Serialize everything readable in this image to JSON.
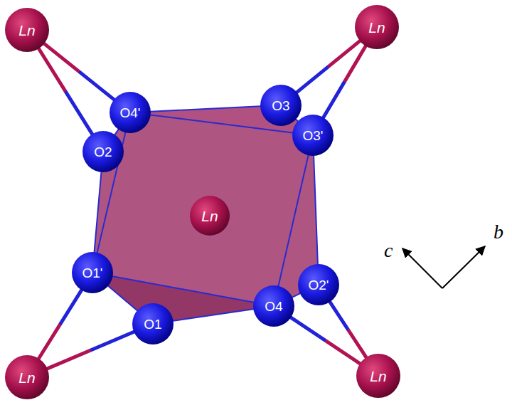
{
  "diagram": {
    "nodes": [
      {
        "text": [
          "Ln"
        ]
      },
      {
        "text": [
          "Ln"
        ]
      },
      {
        "text": [
          "O4'"
        ]
      },
      {
        "text": [
          "O3"
        ]
      },
      {
        "text": [
          "O2"
        ]
      },
      {
        "text": [
          "O3'"
        ]
      },
      {
        "text": [
          "Ln"
        ]
      },
      {
        "text": [
          "O1'"
        ]
      },
      {
        "text": [
          "O2'"
        ]
      },
      {
        "text": [
          "O4"
        ]
      },
      {
        "text": [
          "O1"
        ]
      },
      {
        "text": [
          "Ln"
        ]
      },
      {
        "text": [
          "Ln"
        ]
      }
    ],
    "edges": [
      {
        "from": 0,
        "to": 2,
        "arrow": "none"
      },
      {
        "from": 0,
        "to": 4,
        "arrow": "none"
      },
      {
        "from": 1,
        "to": 3,
        "arrow": "none"
      },
      {
        "from": 1,
        "to": 5,
        "arrow": "none"
      },
      {
        "from": 11,
        "to": 7,
        "arrow": "none"
      },
      {
        "from": 11,
        "to": 10,
        "arrow": "none"
      },
      {
        "from": 12,
        "to": 9,
        "arrow": "none"
      },
      {
        "from": 12,
        "to": 8,
        "arrow": "none"
      },
      {
        "from": 2,
        "to": 3,
        "arrow": "none"
      },
      {
        "from": 2,
        "to": 5,
        "arrow": "none"
      },
      {
        "from": 2,
        "to": 4,
        "arrow": "none"
      },
      {
        "from": 2,
        "to": 7,
        "arrow": "none"
      },
      {
        "from": 4,
        "to": 7,
        "arrow": "none"
      },
      {
        "from": 7,
        "to": 10,
        "arrow": "none"
      },
      {
        "from": 7,
        "to": 9,
        "arrow": "none"
      },
      {
        "from": 10,
        "to": 9,
        "arrow": "none"
      },
      {
        "from": 9,
        "to": 8,
        "arrow": "none"
      },
      {
        "from": 9,
        "to": 5,
        "arrow": "none"
      },
      {
        "from": 5,
        "to": 8,
        "arrow": "none"
      },
      {
        "from": 3,
        "to": 5,
        "arrow": "none"
      }
    ],
    "labels": [
      "c",
      "b"
    ]
  }
}
